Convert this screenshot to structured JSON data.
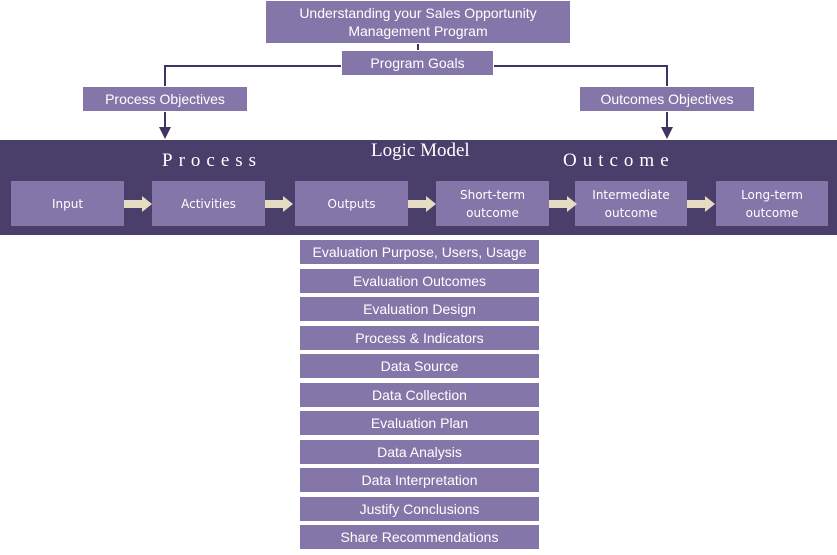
{
  "title": "Understanding your Sales Opportunity Management Program",
  "goals": "Program Goals",
  "process_objectives": "Process Objectives",
  "outcomes_objectives": "Outcomes Objectives",
  "band": {
    "process_label": "Process",
    "logic_label": "Logic Model",
    "outcome_label": "Outcome"
  },
  "stages": [
    "Input",
    "Activities",
    "Outputs",
    "Short-term outcome",
    "Intermediate outcome",
    "Long-term outcome"
  ],
  "evaluation_steps": [
    "Evaluation Purpose, Users, Usage",
    "Evaluation Outcomes",
    "Evaluation Design",
    "Process & Indicators",
    "Data Source",
    "Data Collection",
    "Evaluation Plan",
    "Data Analysis",
    "Data Interpretation",
    "Justify Conclusions",
    "Share Recommendations"
  ],
  "colors": {
    "box": "#8476a8",
    "band": "#4a3e6a",
    "connector": "#3f3460",
    "arrow": "#e6dcc2"
  }
}
